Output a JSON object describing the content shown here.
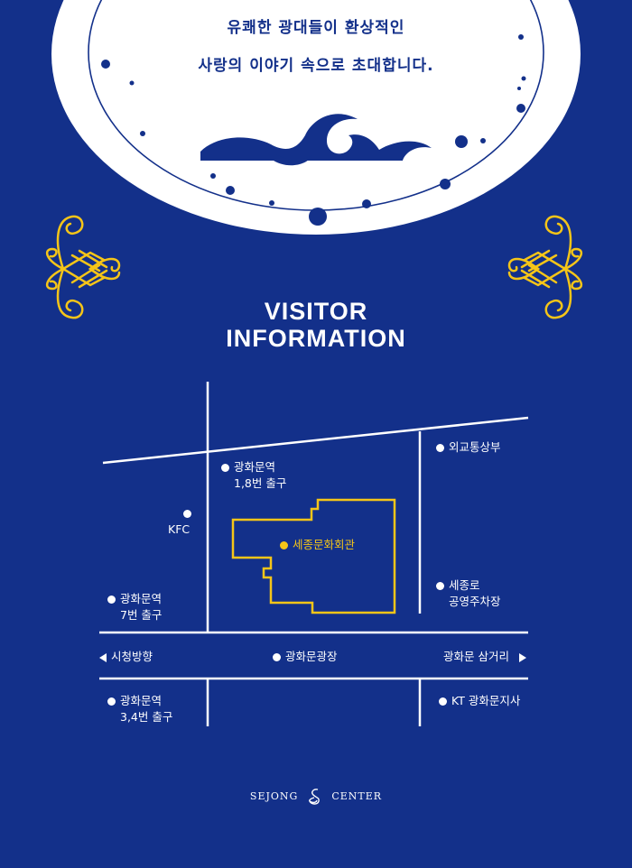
{
  "header": {
    "line1": "유쾌한 광대들이 환상적인",
    "line2": "사랑의 이야기 속으로 초대합니다."
  },
  "info": {
    "title_line1": "VISITOR",
    "title_line2": "INFORMATION"
  },
  "map": {
    "venue": "세종문화회관",
    "exit_1_8_line1": "광화문역",
    "exit_1_8_line2": "1,8번 출구",
    "kfc": "KFC",
    "exit_7_line1": "광화문역",
    "exit_7_line2": "7번 출구",
    "mofa": "외교통상부",
    "parking_line1": "세종로",
    "parking_line2": "공영주차장",
    "city_hall": "시청방향",
    "plaza": "광화문광장",
    "intersection": "광화문 삼거리",
    "exit_3_4_line1": "광화문역",
    "exit_3_4_line2": "3,4번 출구",
    "kt": "KT 광화문지사"
  },
  "footer": {
    "left": "SEJONG",
    "right": "CENTER",
    "logo_icon": "swan-logo-icon"
  },
  "colors": {
    "background": "#13308a",
    "accent": "#f5c518",
    "white": "#ffffff"
  }
}
